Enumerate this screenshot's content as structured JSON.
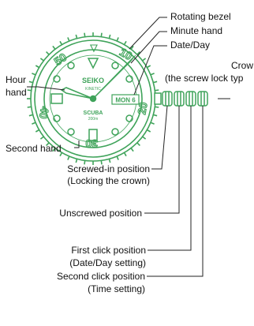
{
  "colors": {
    "watch": "#3fa35a",
    "line": "#222222",
    "text": "#111111"
  },
  "labels": {
    "rotating_bezel": "Rotating bezel",
    "minute_hand": "Minute hand",
    "date_day": "Date/Day",
    "crown_line1": "Crow",
    "crown_line2": "(the screw lock typ",
    "hour_hand_line1": "Hour",
    "hour_hand_line2": "hand",
    "second_hand": "Second hand",
    "screwed_in_line1": "Screwed-in position",
    "screwed_in_line2": "(Locking the crown)",
    "unscrewed": "Unscrewed position",
    "first_click_line1": "First click position",
    "first_click_line2": "(Date/Day setting)",
    "second_click_line1": "Second click position",
    "second_click_line2": "(Time setting)"
  },
  "dial": {
    "brand": "SEIKO",
    "sub": "KINETIC",
    "model": "SCUBA",
    "depth": "200m",
    "date_window": "MON 6",
    "bezel_numbers": [
      "10",
      "20",
      "30",
      "40",
      "50"
    ]
  }
}
